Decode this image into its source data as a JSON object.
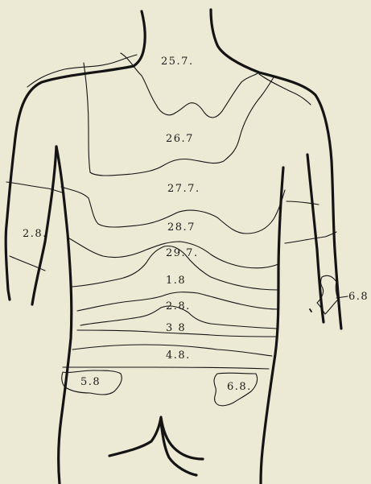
{
  "zones": [
    {
      "id": "z1",
      "label": "25.7."
    },
    {
      "id": "z2",
      "label": "26.7"
    },
    {
      "id": "z3",
      "label": "27.7."
    },
    {
      "id": "z4",
      "label": "28.7"
    },
    {
      "id": "z5",
      "label": "29.7."
    },
    {
      "id": "z6",
      "label": "1.8"
    },
    {
      "id": "z7",
      "label": "2.8."
    },
    {
      "id": "z8",
      "label": "3 8"
    },
    {
      "id": "z9",
      "label": "4.8."
    },
    {
      "id": "z10",
      "label": "5.8"
    },
    {
      "id": "z11",
      "label": "6.8."
    },
    {
      "id": "z12",
      "label": "2.8."
    },
    {
      "id": "z13",
      "label": "6.8"
    }
  ],
  "colors": {
    "paper": "#ece9d4",
    "ink": "#141414"
  }
}
